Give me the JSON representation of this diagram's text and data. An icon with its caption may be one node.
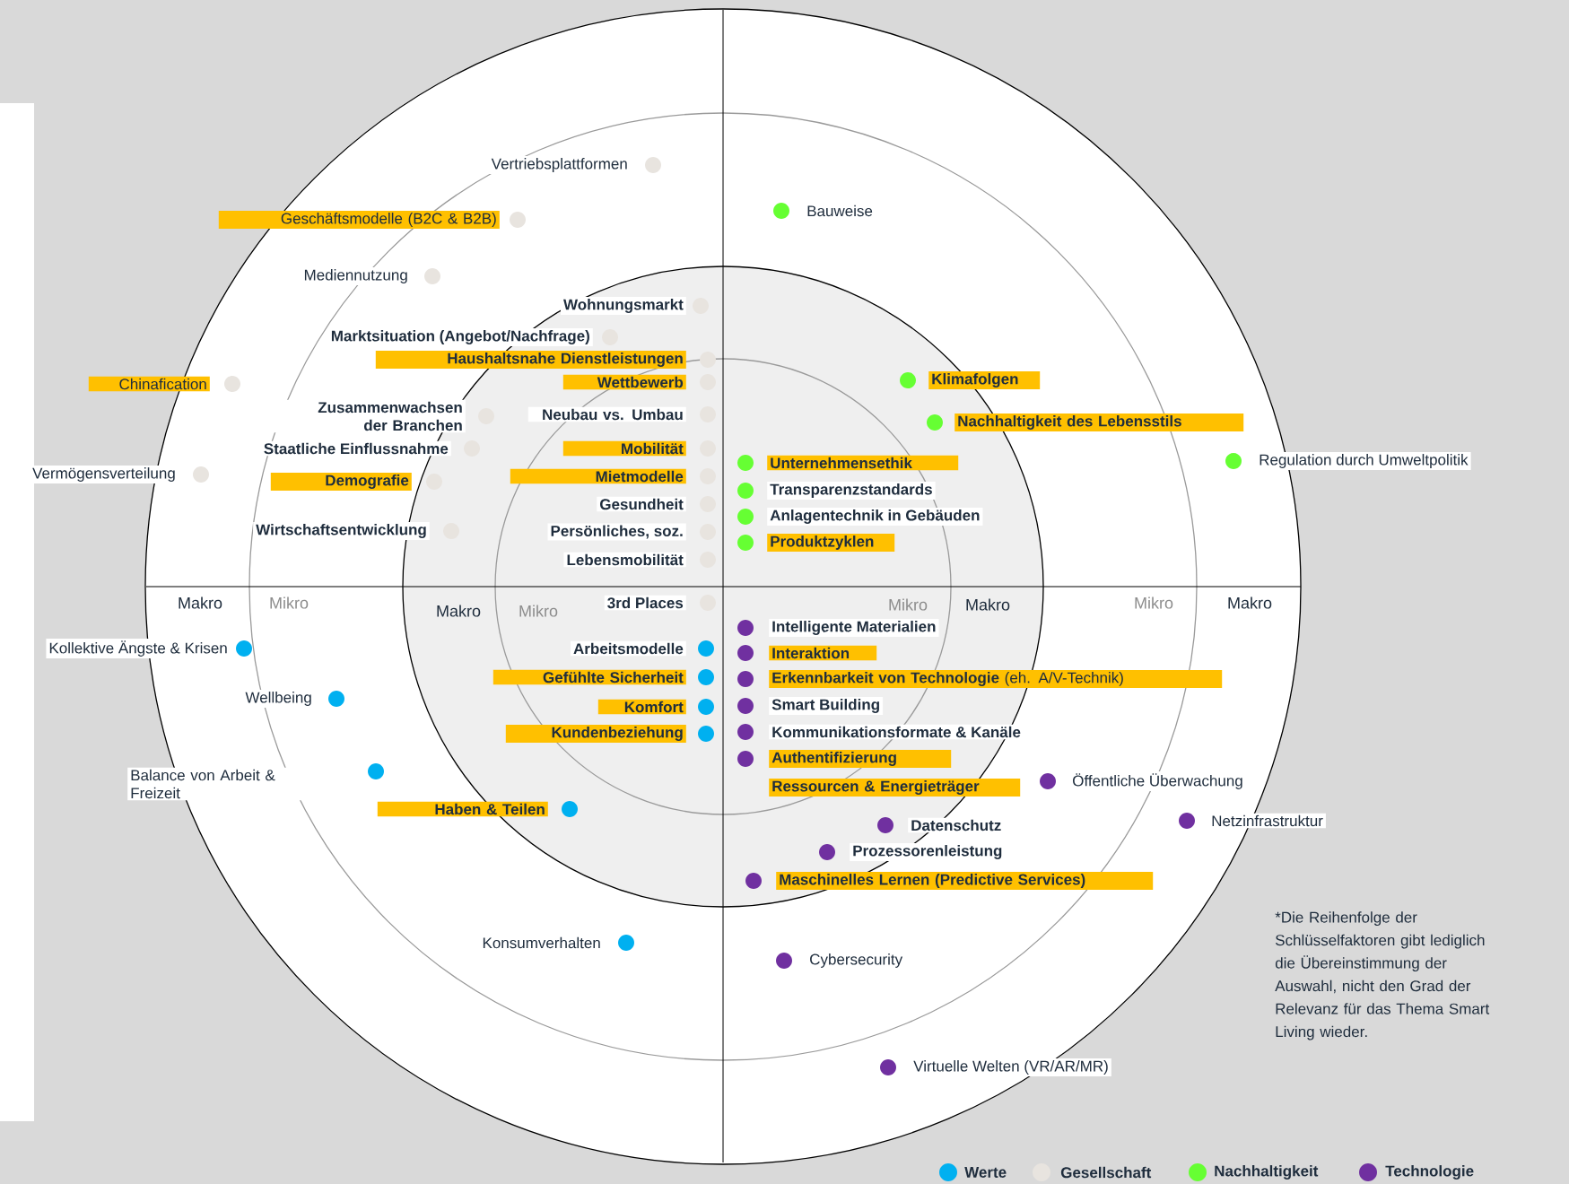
{
  "diagram": {
    "labels": [
      "Vertriebsplattformen",
      "Bauweise",
      "Geschäftsmodelle (B2C & B2B)",
      "Mediennutzung",
      "Wohnungsmarkt",
      "Marktsituation (Angebot/Nachfrage)",
      "Haushaltsnahe Dienstleistungen",
      "Wettbewerb",
      "Klimafolgen",
      "Chinafication",
      "Neubau vs. Umbau",
      "Zusammenwachsen der Branchen",
      "Nachhaltigkeit des Lebensstils",
      "Staatliche Einflussnahme",
      "Mobilität",
      "Regulation durch Umweltpolitik",
      "Unternehmensethik",
      "Vermögensverteilung",
      "Demografie",
      "Transparenzstandards",
      "Mietmodelle",
      "Anlagentechnik in Gebäuden",
      "Gesundheit",
      "Wirtschaftsentwicklung",
      "Produktzyklen",
      "Persönliches, soz.",
      "Lebensmobilität",
      "3rd Places",
      "Makro",
      "Mikro",
      "Mikro",
      "Makro",
      "Mikro",
      "Makro",
      "Makro",
      "Mikro",
      "Intelligente Materialien",
      "Kollektive Ängste & Krisen",
      "Arbeitsmodelle",
      "Interaktion",
      "**Erkennbarkeit von Technologie** (eh. A/V-Technik)",
      "Gefühlte Sicherheit",
      "Wellbeing",
      "Smart Building",
      "Komfort",
      "Kundenbeziehung",
      "Kommunikationsformate & Kanäle",
      "Authentifizierung",
      "Balance von Arbeit & Freizeit",
      "Öffentliche Überwachung",
      "Ressourcen & Energieträger",
      "Haben & Teilen",
      "Netzinfrastruktur",
      "Datenschutz",
      "Prozessorenleistung",
      "Maschinelles Lernen (Predictive Services)",
      "*Die Reihenfolge der Schlüsselfaktoren gibt lediglich die Übereinstimmung der Auswahl, nicht den Grad der Relevanz für das Thema Smart Living wieder.",
      "Konsumverhalten",
      "Cybersecurity",
      "Virtuelle Welten (VR/AR/MR)"
    ],
    "legend": [
      {
        "text": "Werte",
        "color": "#00b0f0"
      },
      {
        "text": "Gesellschaft",
        "color": "#e8e4df"
      },
      {
        "text": "Nachhaltigkeit",
        "color": "#66ff33"
      },
      {
        "text": "Technologie",
        "color": "#7030a0"
      }
    ]
  }
}
